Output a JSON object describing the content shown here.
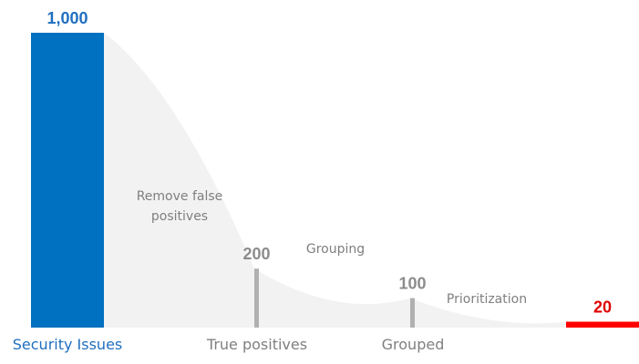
{
  "chart_data": {
    "type": "bar",
    "categories": [
      "Security Issues",
      "True positives",
      "Grouped",
      ""
    ],
    "values": [
      1000,
      200,
      100,
      20
    ],
    "value_labels": [
      "1,000",
      "200",
      "100",
      "20"
    ],
    "steps": [
      {
        "lines": [
          "Remove false",
          "positives"
        ]
      },
      {
        "lines": [
          "Grouping"
        ]
      },
      {
        "lines": [
          "Prioritization"
        ]
      }
    ],
    "ylim": [
      0,
      1000
    ],
    "grid": false,
    "legend": "none",
    "colors": {
      "first_bar": "#0070c0",
      "middle_bar": "#b0b0b0",
      "last_bar": "#ff0000",
      "funnel_fill": "#f2f2f2",
      "first_label": "#1f6fbf",
      "middle_label": "#8c8c8c",
      "last_label": "#e00000",
      "category_first": "#1f6fbf",
      "category_other": "#7f7f7f"
    }
  }
}
